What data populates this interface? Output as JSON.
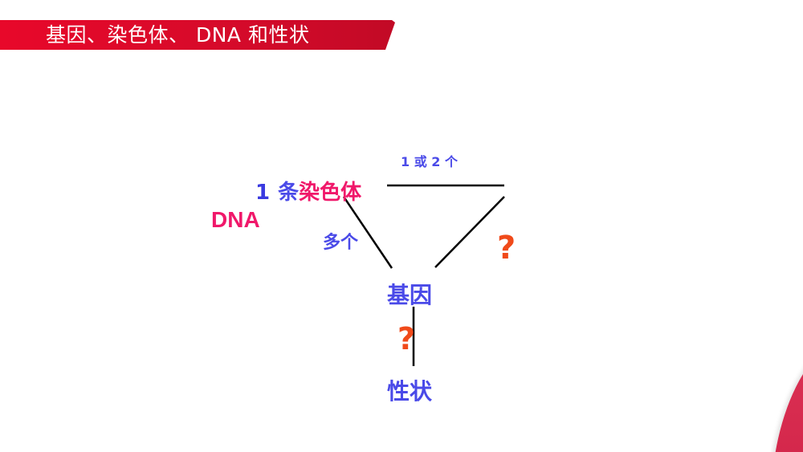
{
  "header": {
    "title": "基因、染色体、 DNA 和性状"
  },
  "colors": {
    "banner_red": "#e00a2a",
    "blue_text": "#4a4ae8",
    "pink_text": "#f0186a",
    "question_orange": "#f04a1a",
    "line_black": "#000000"
  },
  "diagram": {
    "nodes": {
      "chromosome_number": "1",
      "chromosome_measure": "条",
      "chromosome_word": "染色体",
      "dna": "DNA",
      "gene": "基因",
      "trait": "性状"
    },
    "edge_labels": {
      "chromosome_to_dna": "1 或 2 个",
      "chromosome_to_gene": "多个",
      "dna_to_gene": "?",
      "gene_to_trait": "?"
    }
  }
}
